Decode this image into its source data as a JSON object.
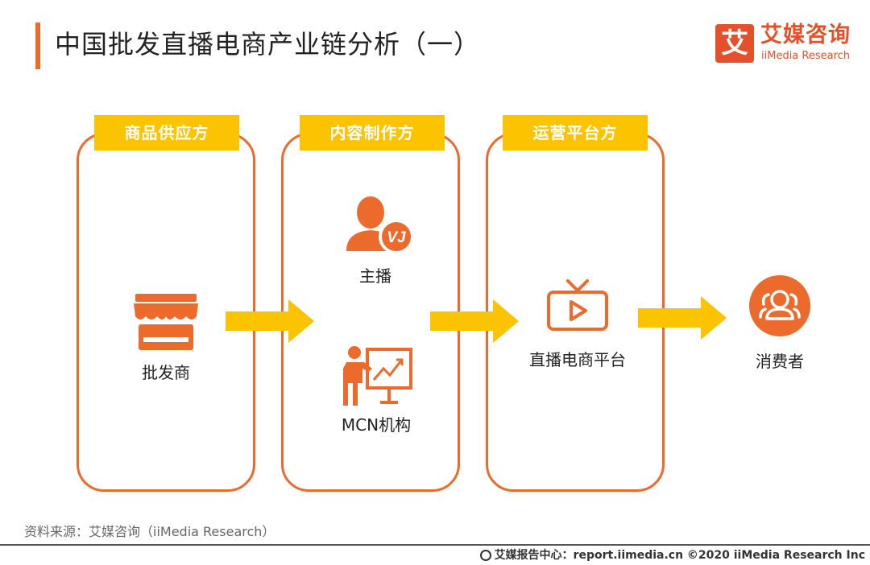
{
  "header": {
    "title": "中国批发直播电商产业链分析（一）"
  },
  "logo": {
    "mark": "艾",
    "name_cn": "艾媒咨询",
    "name_en": "iiMedia Research"
  },
  "stages": [
    {
      "label": "商品供应方",
      "nodes": [
        "批发商"
      ]
    },
    {
      "label": "内容制作方",
      "nodes": [
        "主播",
        "MCN机构"
      ]
    },
    {
      "label": "运营平台方",
      "nodes": [
        "直播电商平台"
      ]
    }
  ],
  "endpoint": {
    "label": "消费者"
  },
  "colors": {
    "accent": "#ec6a2c",
    "highlight": "#fcc300"
  },
  "icons": [
    "store-icon",
    "anchor-person-icon",
    "presenter-chart-icon",
    "tv-play-icon",
    "consumers-icon",
    "right-arrow-icon"
  ],
  "source": "资料来源：艾媒咨询（iiMedia Research）",
  "footer": "艾媒报告中心：report.iimedia.cn  ©2020  iiMedia Research  Inc"
}
